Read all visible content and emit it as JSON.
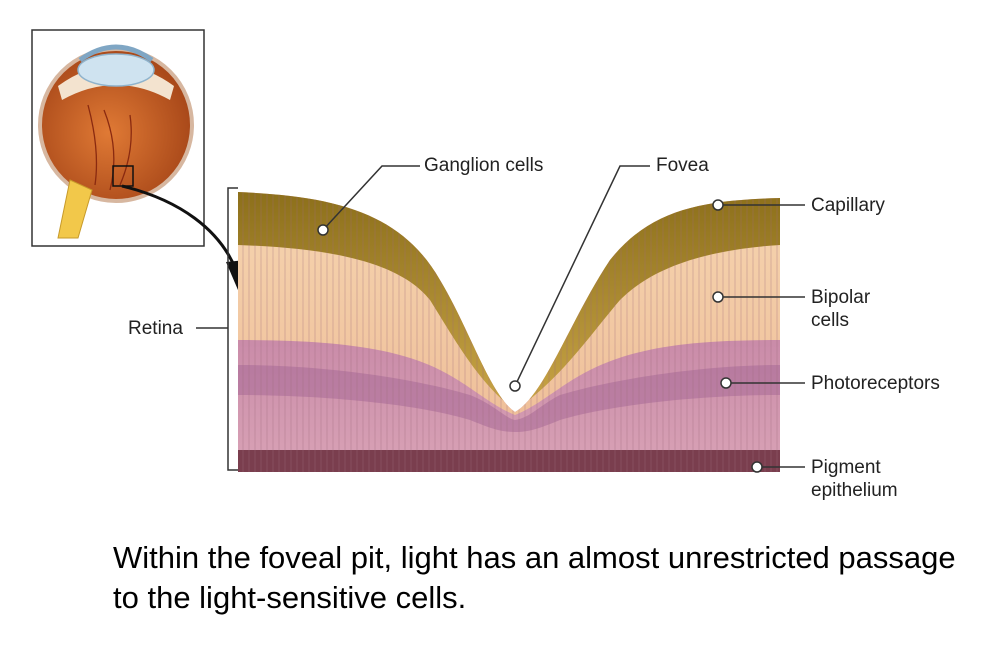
{
  "diagram": {
    "labels": {
      "ganglion": "Ganglion cells",
      "fovea": "Fovea",
      "capillary": "Capillary",
      "bipolar": "Bipolar\ncells",
      "photoreceptors": "Photoreceptors",
      "pigment": "Pigment\nepithelium",
      "retina": "Retina"
    },
    "caption": "Within the foveal pit, light has an almost unrestricted passage to the light-sensitive cells.",
    "colors": {
      "ganglion_layer": "#a98a2a",
      "bipolar_layer": "#f2c9a0",
      "photoreceptor_layer": "#e7b3c4",
      "pigment_layer": "#7a3e4e",
      "eye_interior": "#c9662a",
      "lens": "#cfe3f0"
    }
  }
}
